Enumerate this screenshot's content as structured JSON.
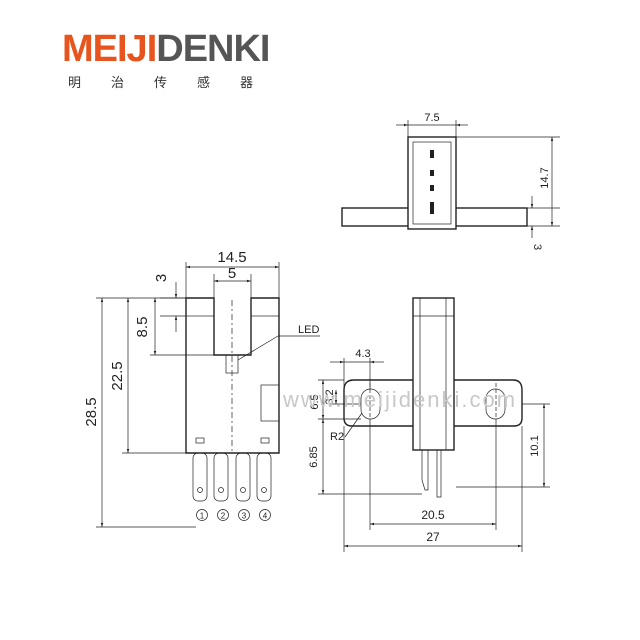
{
  "logo": {
    "part1": "MEIJI",
    "part2": "DENKI",
    "subtitle": "明治传感器"
  },
  "watermark": "www.meijidenki.com",
  "labels": {
    "led": "LED",
    "radius": "R2"
  },
  "dimensions": {
    "top_width": "7.5",
    "top_height": "14.7",
    "top_flange": "3",
    "front_width": "14.5",
    "slot_width": "5",
    "top_offset": "3",
    "slot_depth": "8.5",
    "body_height": "22.5",
    "total_height": "28.5",
    "hole_offset": "4.3",
    "hole_height": "6.5",
    "hole_center": "3.2",
    "lower_height": "6.85",
    "hole_spacing": "20.5",
    "total_width": "27",
    "side_height": "10.1"
  },
  "pins": [
    "1",
    "2",
    "3",
    "4"
  ]
}
